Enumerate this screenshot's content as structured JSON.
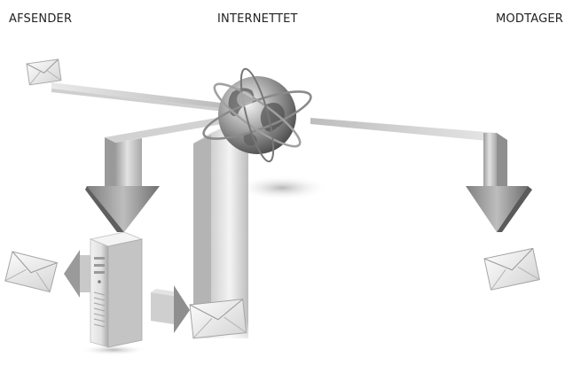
{
  "labels": {
    "sender": "AFSENDER",
    "internet": "INTERNETTET",
    "receiver": "MODTAGER"
  },
  "icons": [
    "envelope-icon",
    "globe-icon",
    "server-tower-icon",
    "arrow-down-icon",
    "arrow-right-icon",
    "arrow-left-icon"
  ]
}
